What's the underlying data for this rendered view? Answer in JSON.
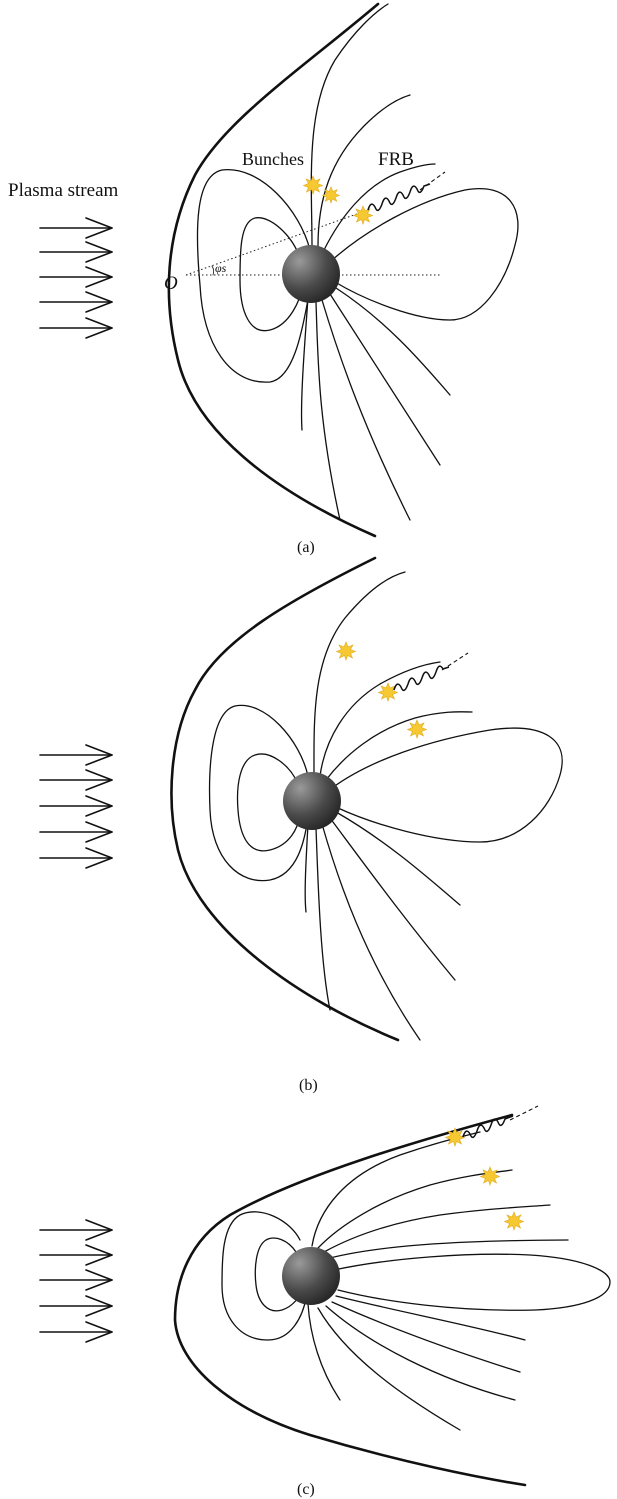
{
  "labels": {
    "plasma_stream": "Plasma stream",
    "bunches": "Bunches",
    "frb": "FRB",
    "origin": "O",
    "angle": "φs"
  },
  "panels": [
    {
      "id": "a",
      "caption": "(a)"
    },
    {
      "id": "b",
      "caption": "(b)"
    },
    {
      "id": "c",
      "caption": "(c)"
    }
  ],
  "colors": {
    "bunch": "#f6c832",
    "star_light": "#8a8a8a",
    "star_dark": "#262626",
    "line": "#111111"
  }
}
